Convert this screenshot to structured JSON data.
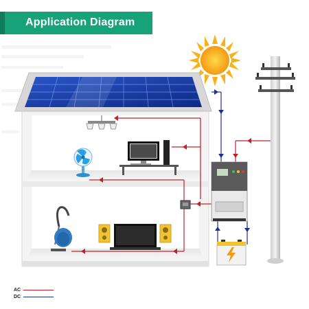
{
  "header": {
    "title": "Application Diagram"
  },
  "legend": {
    "items": [
      {
        "label": "AC",
        "color": "#c0202a"
      },
      {
        "label": "DC",
        "color": "#1c2f8a"
      }
    ]
  },
  "colors": {
    "banner": "#16a37a",
    "ac_line": "#c0202a",
    "dc_line": "#1c2f8a",
    "wall": "#f2f2f2",
    "sun": "#f7a81b"
  },
  "icons": [
    "sun-icon",
    "solar-panel-icon",
    "utility-pole-icon",
    "inverter-icon",
    "battery-icon",
    "fan-icon",
    "computer-icon",
    "ceiling-lamp-icon",
    "vacuum-cleaner-icon",
    "tv-icon",
    "speaker-icon",
    "distribution-box-icon"
  ]
}
